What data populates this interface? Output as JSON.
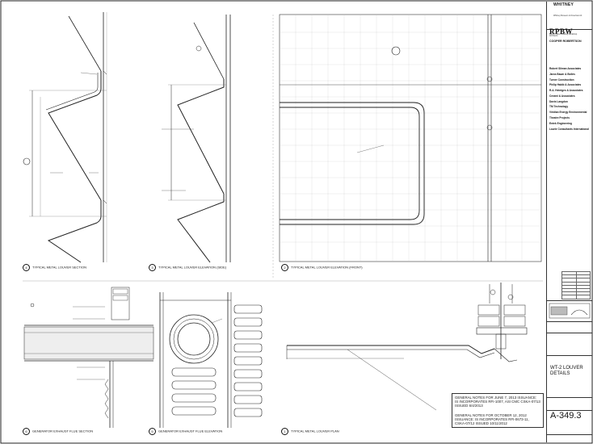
{
  "title_block": {
    "architect_logo": "WHITNEY",
    "architect_sub": "Whitney Museum of American Art",
    "firm_logo": "RPBW",
    "firm_lines": [
      "Renzo Piano Building Workshop",
      "Architects"
    ],
    "associate": "COOPER ROBERTSON",
    "consultants": [
      {
        "name": "Robert Silman Associates"
      },
      {
        "name": "Jaros Baum & Bolles"
      },
      {
        "name": "Turner Construction"
      },
      {
        "name": "Philip Habib & Associates"
      },
      {
        "name": "R.A. Heintges & Associates"
      },
      {
        "name": "Cerami & Associates"
      },
      {
        "name": "Davis Langdon"
      },
      {
        "name": "TM Technology"
      },
      {
        "name": "Viridian Energy Environmental"
      },
      {
        "name": "Theatre Projects"
      },
      {
        "name": "Entek Engineering"
      },
      {
        "name": "Laurie Consultants International"
      }
    ],
    "drawing_title_line1": "WT-2 LOUVER",
    "drawing_title_line2": "DETAILS",
    "sheet_number": "A-349.3"
  },
  "notes": [
    "GENERAL NOTES FOR JUNE 7, 2013 ISSUANCE: IS INCORPORATES RFI-1007, ASI CMC CSKA-07/13 ISSUED 6/4/2013",
    "GENERAL NOTES FOR OCTOBER 12, 2012 ISSUANCE: IS INCORPORATES RFI-0673-11, CSKA-07/12 ISSUED 10/11/2012"
  ],
  "views": [
    {
      "number": "4",
      "title": "TYPICAL METAL LOUVER SECTION"
    },
    {
      "number": "3",
      "title": "TYPICAL METAL LOUVER ELEVATION (SIDE)"
    },
    {
      "number": "2",
      "title": "TYPICAL METAL LOUVER ELEVATION (FRONT)"
    },
    {
      "number": "6",
      "title": "GENERATOR EXHAUST FLUE SECTION"
    },
    {
      "number": "5",
      "title": "GENERATOR EXHAUST FLUE ELEVATION"
    },
    {
      "number": "1",
      "title": "TYPICAL METAL LOUVER PLAN"
    }
  ]
}
